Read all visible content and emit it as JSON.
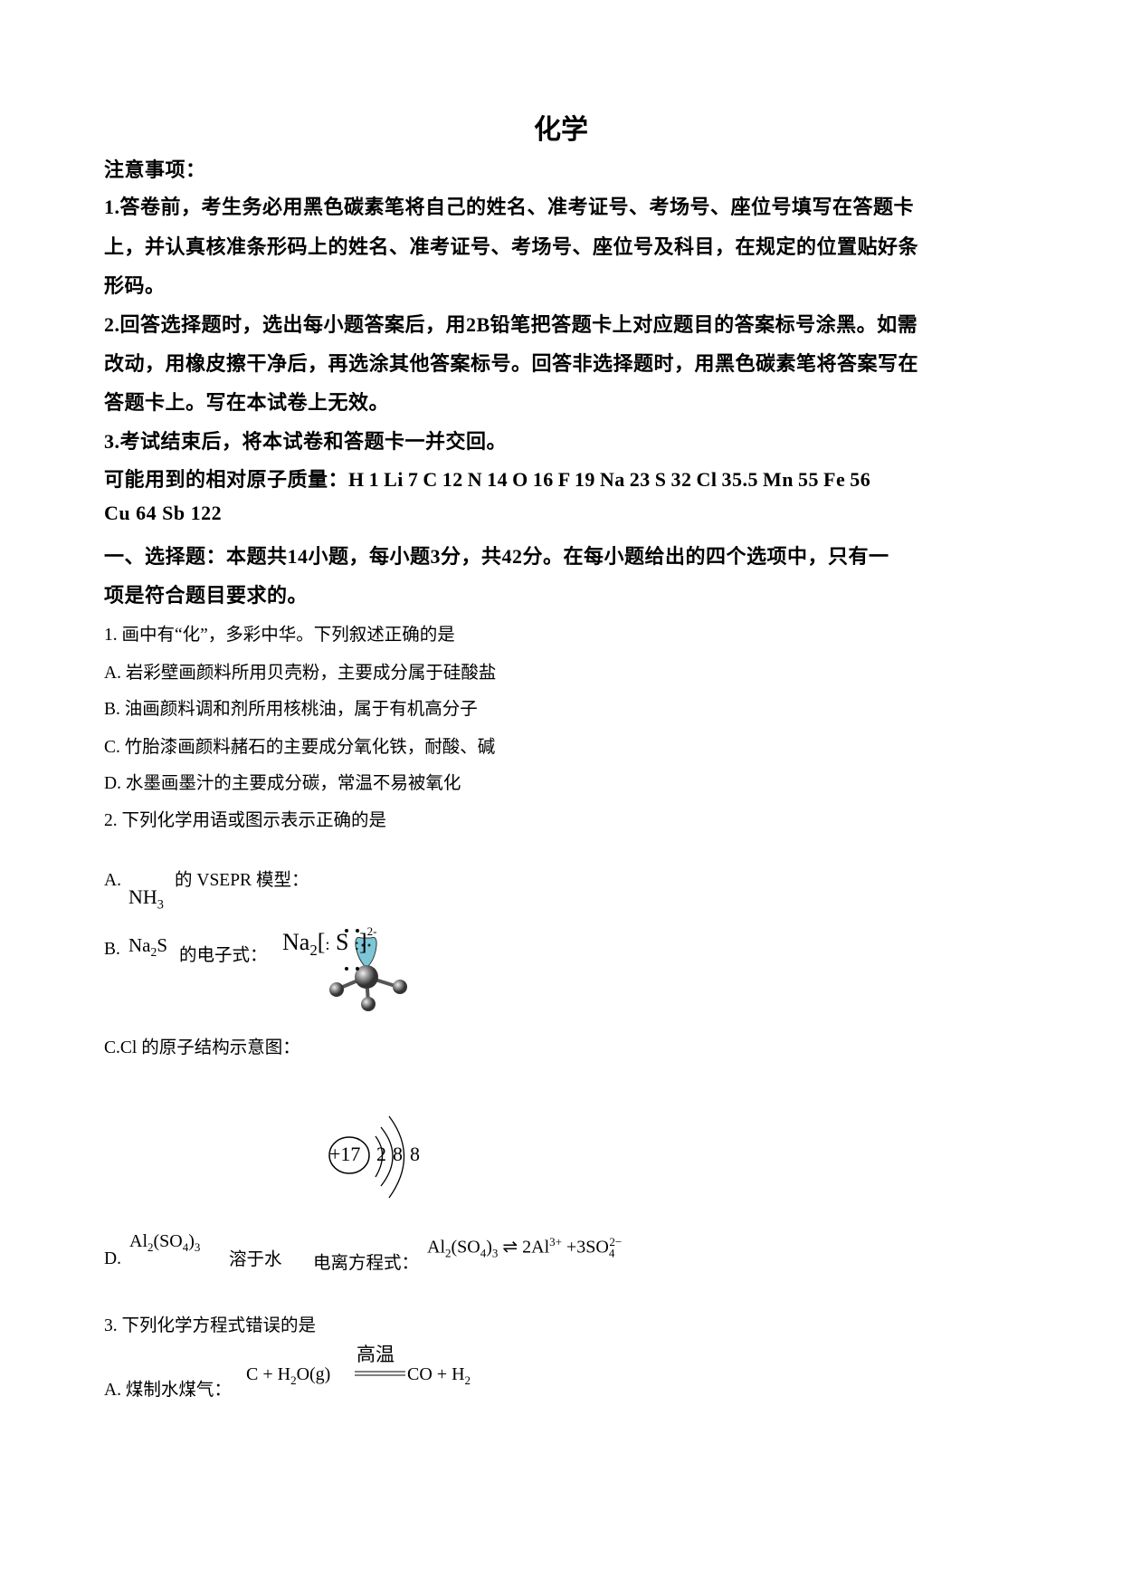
{
  "title": "化学",
  "notice": {
    "heading": "注意事项：",
    "lines": [
      "1.答卷前，考生务必用黑色碳素笔将自己的姓名、准考证号、考场号、座位号填写在答题卡",
      "上，并认真核准条形码上的姓名、准考证号、考场号、座位号及科目，在规定的位置贴好条",
      "形码。",
      "2.回答选择题时，选出每小题答案后，用2B铅笔把答题卡上对应题目的答案标号涂黑。如需",
      "改动，用橡皮擦干净后，再选涂其他答案标号。回答非选择题时，用黑色碳素笔将答案写在",
      "答题卡上。写在本试卷上无效。",
      "3.考试结束后，将本试卷和答题卡一并交回。"
    ],
    "atomic_masses": [
      "可能用到的相对原子质量：H 1  Li 7  C 12  N 14  O 16  F 19  Na 23  S 32  Cl 35.5  Mn 55  Fe 56",
      "Cu 64  Sb 122"
    ]
  },
  "section": [
    "一、选择题：本题共14小题，每小题3分，共42分。在每小题给出的四个选项中，只有一",
    "项是符合题目要求的。"
  ],
  "q1": {
    "stem": "1. 画中有“化”，多彩中华。下列叙述正确的是",
    "options": [
      "A. 岩彩壁画颜料所用贝壳粉，主要成分属于硅酸盐",
      "B. 油画颜料调和剂所用核桃油，属于有机高分子",
      "C. 竹胎漆画颜料赭石的主要成分氧化铁，耐酸、碱",
      "D. 水墨画墨汁的主要成分碳，常温不易被氧化"
    ]
  },
  "q2": {
    "stem": "2. 下列化学用语或图示表示正确的是",
    "A": {
      "label": "A.",
      "formula": "NH",
      "sub": "3",
      "text": "的 VSEPR 模型："
    },
    "B": {
      "label": "B.",
      "formula": "Na",
      "sub": "2",
      "formula2": "S",
      "text": "的电子式：",
      "eq_na": "Na",
      "eq_sub": "2",
      "eq_s": "S",
      "charge": "2-"
    },
    "C": {
      "label": "C.",
      "text": "Cl 的原子结构示意图：",
      "nucleus": "+17",
      "shells": [
        "2",
        "8",
        "8"
      ]
    },
    "D": {
      "label": "D.",
      "text1": "溶于水",
      "text2": "电离方程式：",
      "eq_left": "Al",
      "eq_right": "2Al",
      "al_charge": "3+",
      "so4": "+3SO",
      "so4_charge": "2−"
    }
  },
  "q3": {
    "stem": "3. 下列化学方程式错误的是",
    "A": {
      "label": "A. 煤制水煤气：",
      "condition": "高温",
      "lhs": "C + H",
      "lhs2": "O(g)",
      "rhs": "CO + H"
    }
  }
}
